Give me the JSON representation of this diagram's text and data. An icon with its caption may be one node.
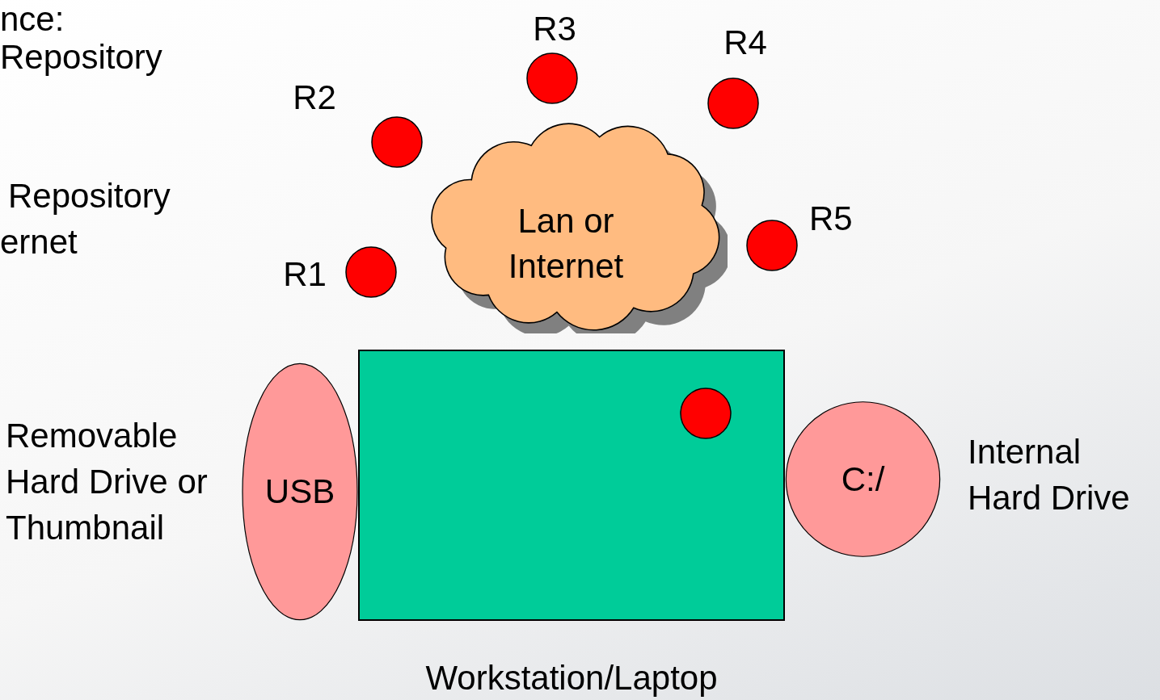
{
  "diagram": {
    "nodes": [
      {
        "text": [],
        "shape": "circle",
        "beside": [
          "R3"
        ]
      },
      {
        "text": [],
        "shape": "circle",
        "beside": [
          "R4"
        ]
      },
      {
        "text": [],
        "shape": "circle",
        "beside": [
          "R2"
        ]
      },
      {
        "text": [
          "Lan or Internet"
        ]
      },
      {
        "text": [],
        "shape": "circle",
        "beside": [
          "R5"
        ]
      },
      {
        "text": [],
        "shape": "circle",
        "beside": [
          "R1"
        ]
      },
      {
        "text": [],
        "shape": "box",
        "beside": [
          "Workstation/Laptop"
        ]
      },
      {
        "text": [],
        "shape": "circle",
        "in": 6
      },
      {
        "text": [
          "USB"
        ],
        "beside": [
          "Removable Hard Drive or Thumbnail"
        ]
      },
      {
        "text": [
          "C:/"
        ],
        "beside": [
          "Internal Hard Drive"
        ]
      }
    ],
    "labels": [
      "nce:",
      "Repository",
      "Repository",
      "ernet"
    ]
  }
}
